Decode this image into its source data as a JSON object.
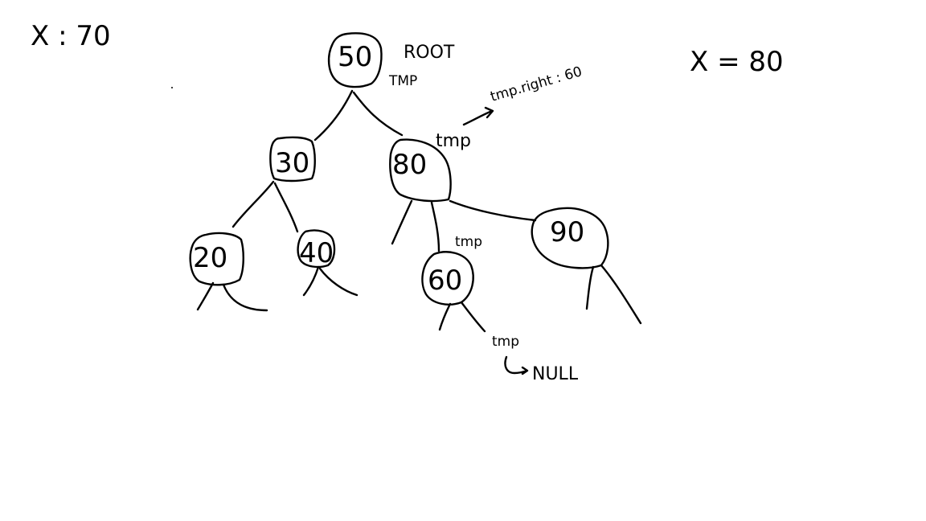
{
  "notes": {
    "x_left": "X : 70",
    "x_right": "X = 80",
    "root_label": "ROOT",
    "tmp_root": "TMP",
    "tmp_80": "tmp",
    "tmp_right": "tmp.right : 60",
    "tmp_60": "tmp",
    "tmp_null": "tmp",
    "null_label": "NULL"
  },
  "nodes": [
    {
      "id": "n50",
      "value": "50"
    },
    {
      "id": "n30",
      "value": "30"
    },
    {
      "id": "n80",
      "value": "80"
    },
    {
      "id": "n20",
      "value": "20"
    },
    {
      "id": "n40",
      "value": "40"
    },
    {
      "id": "n60",
      "value": "60"
    },
    {
      "id": "n90",
      "value": "90"
    }
  ],
  "colors": {
    "ink": "#000000",
    "paper": "#ffffff"
  }
}
